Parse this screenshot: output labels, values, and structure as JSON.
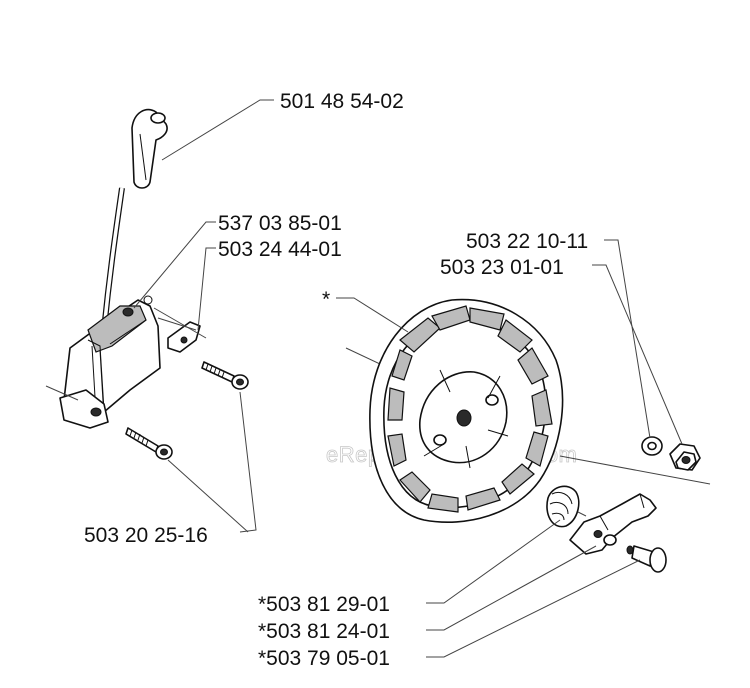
{
  "labels": {
    "spark_cap": "501 48 54-02",
    "ignition_module": "537 03 85-01",
    "clip": "503 24 44-01",
    "screws": "503 20 25-16",
    "washer": "503 22 10-11",
    "nut": "503 23 01-01",
    "flywheel": "*",
    "spring": "*503 81 29-01",
    "pawl": "*503 81 24-01",
    "pin": "*503 79 05-01"
  },
  "watermark": "eReplacementParts.com"
}
